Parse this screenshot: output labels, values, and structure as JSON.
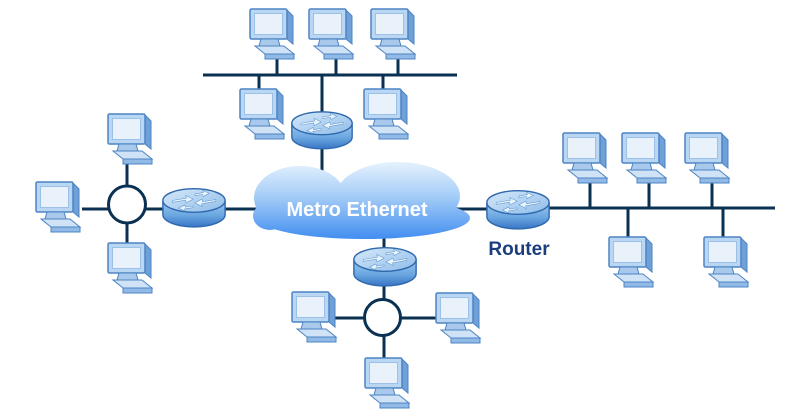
{
  "diagram": {
    "type": "network-topology",
    "cloud": {
      "label": "Metro Ethernet",
      "label_color": "#ffffff",
      "fill_top": "#e9f4fe",
      "fill_bottom": "#3f8cf0"
    },
    "labels": {
      "router": "Router",
      "router_label_color": "#1b3e7c"
    },
    "colors": {
      "background": "#ffffff",
      "link_line": "#0a3152",
      "device_fill": "#b9d7f3",
      "device_outline": "#4d84c4",
      "router_body": "#3975c6"
    },
    "devices": {
      "workstations": 16,
      "routers": 4,
      "hubs": 2,
      "clouds": 1
    },
    "segments": [
      {
        "name": "top-lan",
        "topology": "bus",
        "workstations": 5,
        "routers": 1
      },
      {
        "name": "left-lan",
        "topology": "star",
        "workstations": 3,
        "hubs": 1,
        "routers": 1
      },
      {
        "name": "right-lan",
        "topology": "bus",
        "workstations": 5,
        "routers": 1,
        "labeled_device": "Router"
      },
      {
        "name": "bottom-lan",
        "topology": "star",
        "workstations": 3,
        "hubs": 1,
        "routers": 1
      }
    ]
  }
}
